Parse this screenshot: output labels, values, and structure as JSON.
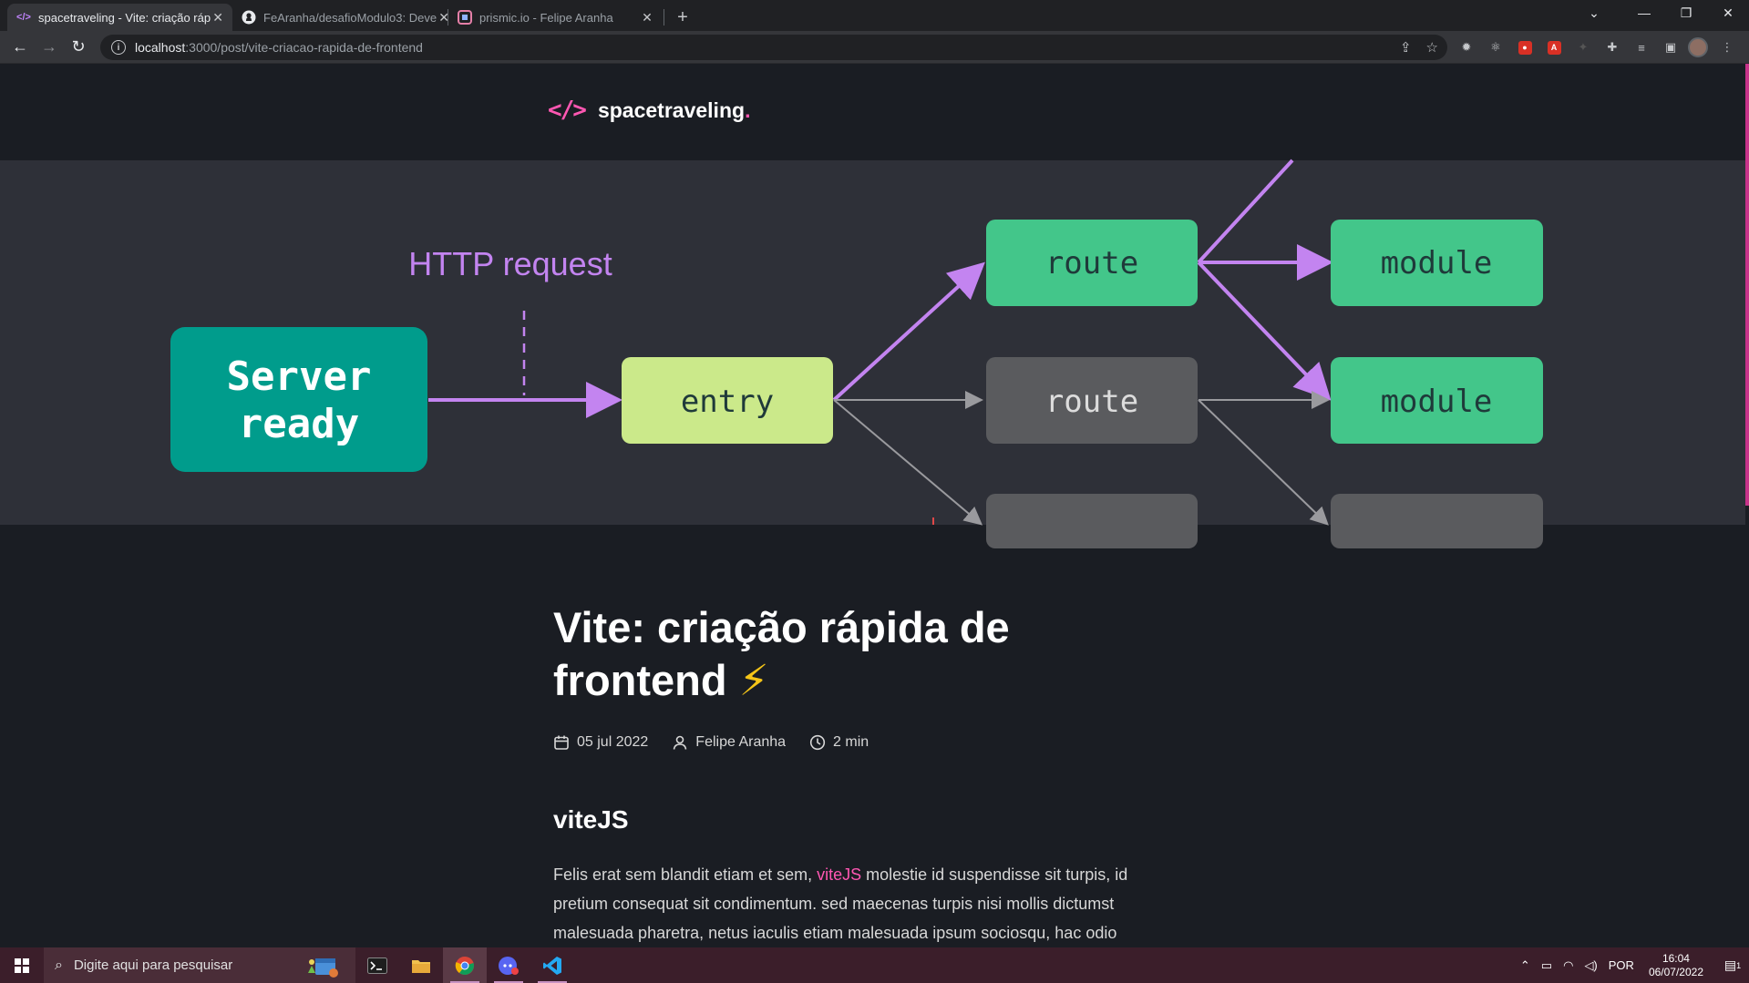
{
  "browser": {
    "tabs": [
      {
        "title": "spacetraveling - Vite: criação ráp",
        "icon": "code-icon",
        "active": true
      },
      {
        "title": "FeAranha/desafioModulo3: Deve",
        "icon": "github-icon",
        "active": false
      },
      {
        "title": "prismic.io - Felipe Aranha",
        "icon": "prismic-icon",
        "active": false
      }
    ],
    "new_tab": "+",
    "url_host": "localhost",
    "url_path": ":3000/post/vite-criacao-rapida-de-frontend"
  },
  "site": {
    "logo_mark": "</>",
    "name": "spacetraveling",
    "dot": "."
  },
  "banner": {
    "http_label": "HTTP request",
    "server_line1": "Server",
    "server_line2": "ready",
    "entry": "entry",
    "route_top": "route",
    "route_mid": "route",
    "module_top": "module",
    "module_mid": "module",
    "colors": {
      "bg": "#2e3038",
      "teal": "#009c8c",
      "lime": "#cbe98a",
      "green": "#43c68a",
      "gray": "#5a5b5e",
      "arrow": "#c384f0"
    }
  },
  "post": {
    "title": "Vite: criação rápida de frontend",
    "emoji": "⚡",
    "date": "05 jul 2022",
    "author": "Felipe Aranha",
    "reading_time": "2 min",
    "section_heading": "viteJS",
    "para_before": "Felis erat sem blandit etiam et sem, ",
    "para_link": "viteJS",
    "para_after": " molestie id suspendisse sit turpis, id pretium consequat sit condimentum. sed maecenas turpis nisi mollis dictumst malesuada pharetra, netus iaculis etiam malesuada ipsum sociosqu, hac odio"
  },
  "taskbar": {
    "search_placeholder": "Digite aqui para pesquisar",
    "language": "POR",
    "time": "16:04",
    "date": "06/07/2022",
    "notification_count": "1"
  }
}
